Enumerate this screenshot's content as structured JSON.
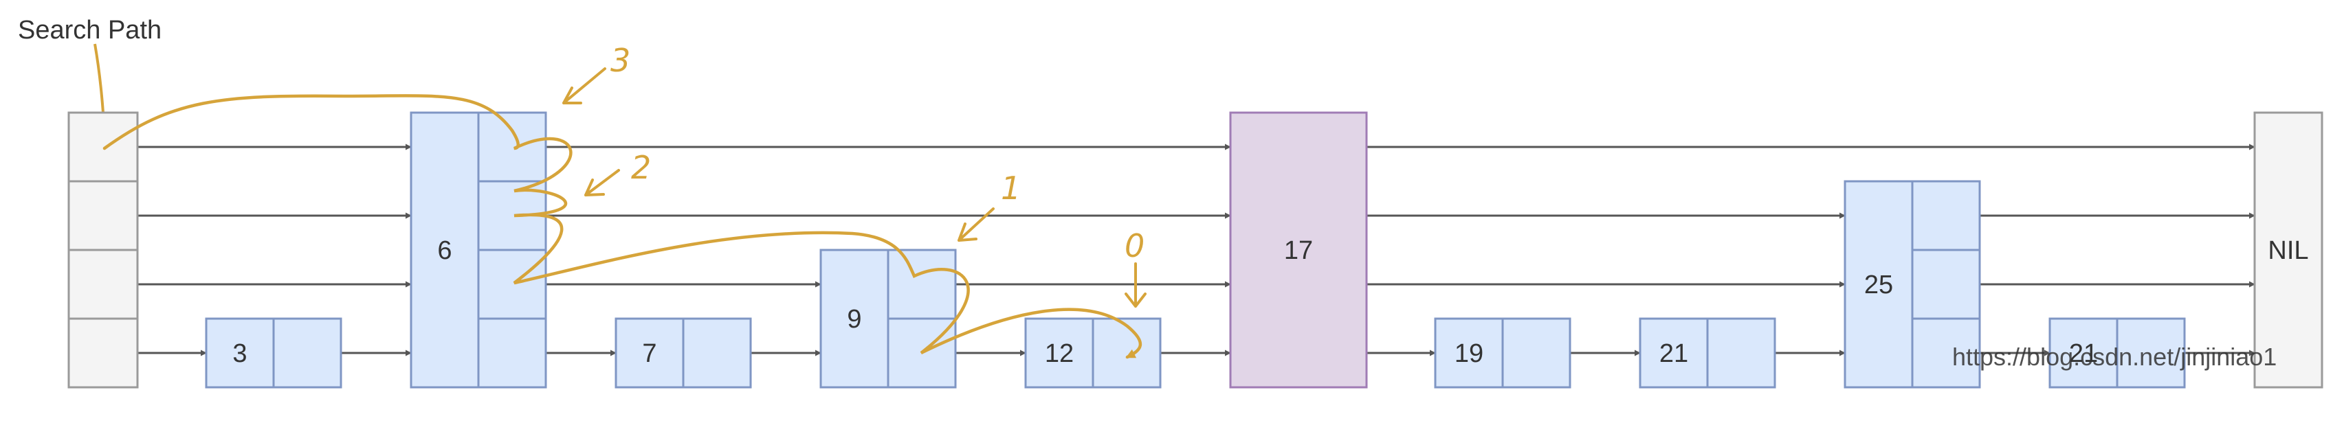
{
  "title": "Search Path",
  "nodes": [
    {
      "key": "head",
      "label": "",
      "levels": 4,
      "kind": "head"
    },
    {
      "key": "n3",
      "label": "3",
      "levels": 1,
      "kind": "node"
    },
    {
      "key": "n6",
      "label": "6",
      "levels": 4,
      "kind": "node"
    },
    {
      "key": "n7",
      "label": "7",
      "levels": 1,
      "kind": "node"
    },
    {
      "key": "n9",
      "label": "9",
      "levels": 2,
      "kind": "node"
    },
    {
      "key": "n12",
      "label": "12",
      "levels": 1,
      "kind": "node"
    },
    {
      "key": "n17",
      "label": "17",
      "levels": 4,
      "kind": "target"
    },
    {
      "key": "n19",
      "label": "19",
      "levels": 1,
      "kind": "node"
    },
    {
      "key": "n21a",
      "label": "21",
      "levels": 1,
      "kind": "node"
    },
    {
      "key": "n25",
      "label": "25",
      "levels": 3,
      "kind": "node"
    },
    {
      "key": "n21b",
      "label": "21",
      "levels": 1,
      "kind": "node"
    },
    {
      "key": "nil",
      "label": "NIL",
      "levels": 4,
      "kind": "tail"
    }
  ],
  "annotations": [
    "3",
    "2",
    "1",
    "0"
  ],
  "watermark": "https://blog.csdn.net/jinjiniao1",
  "colors": {
    "node_fill": "#dae8fc",
    "node_stroke": "#7f96c4",
    "head_fill": "#f4f4f4",
    "head_stroke": "#9a9a9a",
    "target_fill": "#e1d5e7",
    "target_stroke": "#a07cb5",
    "pointer": "#555555",
    "search_path": "#d6a43a"
  }
}
